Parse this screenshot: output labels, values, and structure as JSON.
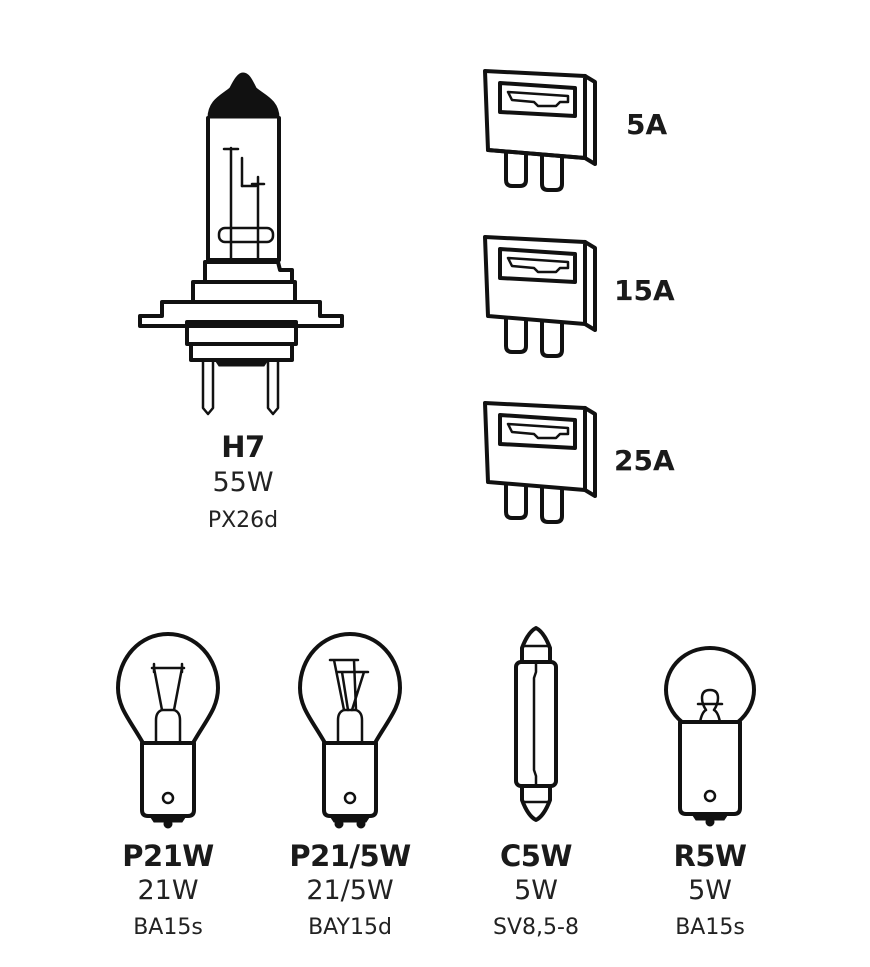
{
  "headlamp": {
    "name": "H7",
    "wattage": "55W",
    "base": "PX26d",
    "icon": "h7-halogen-bulb-icon"
  },
  "fuses": [
    {
      "rating": "5A",
      "icon": "blade-fuse-icon"
    },
    {
      "rating": "15A",
      "icon": "blade-fuse-icon"
    },
    {
      "rating": "25A",
      "icon": "blade-fuse-icon"
    }
  ],
  "bulbs": [
    {
      "name": "P21W",
      "wattage": "21W",
      "base": "BA15s",
      "icon": "single-filament-bulb-icon"
    },
    {
      "name": "P21/5W",
      "wattage": "21/5W",
      "base": "BAY15d",
      "icon": "dual-filament-bulb-icon"
    },
    {
      "name": "C5W",
      "wattage": "5W",
      "base": "SV8,5-8",
      "icon": "festoon-bulb-icon"
    },
    {
      "name": "R5W",
      "wattage": "5W",
      "base": "BA15s",
      "icon": "small-ball-bulb-icon"
    }
  ]
}
